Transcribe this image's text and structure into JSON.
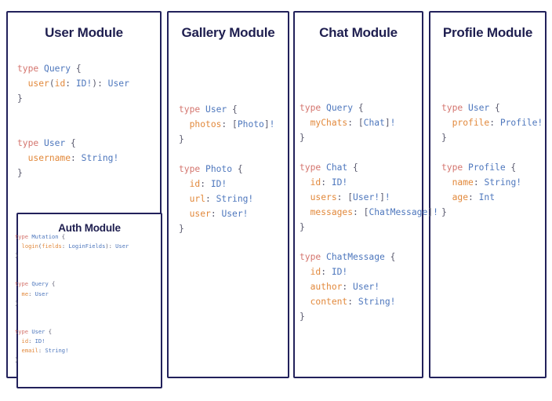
{
  "canvas": {
    "background": "#ffffff",
    "border_color": "#22215b",
    "title_color": "#1e1e4f",
    "token_colors": {
      "keyword": "#d4756e",
      "typename": "#4e77bd",
      "field": "#e2893c",
      "punctuation": "#5a5a6e"
    }
  },
  "modules": {
    "user": {
      "title": "User Module",
      "code_lines": [
        [
          {
            "t": "type ",
            "c": "kw"
          },
          {
            "t": "Query",
            "c": "tn"
          },
          {
            "t": " {",
            "c": "pn"
          }
        ],
        [
          {
            "t": "  ",
            "c": "pn"
          },
          {
            "t": "user",
            "c": "fd"
          },
          {
            "t": "(",
            "c": "pn"
          },
          {
            "t": "id",
            "c": "fd"
          },
          {
            "t": ": ",
            "c": "pn"
          },
          {
            "t": "ID!",
            "c": "tn"
          },
          {
            "t": "): ",
            "c": "pn"
          },
          {
            "t": "User",
            "c": "tn"
          }
        ],
        [
          {
            "t": "}",
            "c": "pn"
          }
        ],
        [
          {
            "t": "",
            "c": "pn"
          }
        ],
        [
          {
            "t": "",
            "c": "pn"
          }
        ],
        [
          {
            "t": "type ",
            "c": "kw"
          },
          {
            "t": "User",
            "c": "tn"
          },
          {
            "t": " {",
            "c": "pn"
          }
        ],
        [
          {
            "t": "  ",
            "c": "pn"
          },
          {
            "t": "username",
            "c": "fd"
          },
          {
            "t": ": ",
            "c": "pn"
          },
          {
            "t": "String!",
            "c": "tn"
          }
        ],
        [
          {
            "t": "}",
            "c": "pn"
          }
        ]
      ]
    },
    "auth": {
      "title": "Auth Module",
      "code_lines": [
        [
          {
            "t": "type ",
            "c": "kw"
          },
          {
            "t": "Mutation",
            "c": "tn"
          },
          {
            "t": " {",
            "c": "pn"
          }
        ],
        [
          {
            "t": "  ",
            "c": "pn"
          },
          {
            "t": "login",
            "c": "fd"
          },
          {
            "t": "(",
            "c": "pn"
          },
          {
            "t": "fields",
            "c": "fd"
          },
          {
            "t": ": ",
            "c": "pn"
          },
          {
            "t": "LoginFields",
            "c": "tn"
          },
          {
            "t": "): ",
            "c": "pn"
          },
          {
            "t": "User",
            "c": "tn"
          }
        ],
        [
          {
            "t": "}",
            "c": "pn"
          }
        ],
        [
          {
            "t": "",
            "c": "pn"
          }
        ],
        [
          {
            "t": "",
            "c": "pn"
          }
        ],
        [
          {
            "t": "type ",
            "c": "kw"
          },
          {
            "t": "Query",
            "c": "tn"
          },
          {
            "t": " {",
            "c": "pn"
          }
        ],
        [
          {
            "t": "  ",
            "c": "pn"
          },
          {
            "t": "me",
            "c": "fd"
          },
          {
            "t": ": ",
            "c": "pn"
          },
          {
            "t": "User",
            "c": "tn"
          }
        ],
        [
          {
            "t": "}",
            "c": "pn"
          }
        ],
        [
          {
            "t": "",
            "c": "pn"
          }
        ],
        [
          {
            "t": "",
            "c": "pn"
          }
        ],
        [
          {
            "t": "type ",
            "c": "kw"
          },
          {
            "t": "User",
            "c": "tn"
          },
          {
            "t": " {",
            "c": "pn"
          }
        ],
        [
          {
            "t": "  ",
            "c": "pn"
          },
          {
            "t": "id",
            "c": "fd"
          },
          {
            "t": ": ",
            "c": "pn"
          },
          {
            "t": "ID!",
            "c": "tn"
          }
        ],
        [
          {
            "t": "  ",
            "c": "pn"
          },
          {
            "t": "email",
            "c": "fd"
          },
          {
            "t": ": ",
            "c": "pn"
          },
          {
            "t": "String!",
            "c": "tn"
          }
        ],
        [
          {
            "t": "}",
            "c": "pn"
          }
        ]
      ]
    },
    "gallery": {
      "title": "Gallery Module",
      "code_lines": [
        [
          {
            "t": "type ",
            "c": "kw"
          },
          {
            "t": "User",
            "c": "tn"
          },
          {
            "t": " {",
            "c": "pn"
          }
        ],
        [
          {
            "t": "  ",
            "c": "pn"
          },
          {
            "t": "photos",
            "c": "fd"
          },
          {
            "t": ": ",
            "c": "pn"
          },
          {
            "t": "[",
            "c": "pn"
          },
          {
            "t": "Photo",
            "c": "tn"
          },
          {
            "t": "]",
            "c": "pn"
          },
          {
            "t": "!",
            "c": "tn"
          }
        ],
        [
          {
            "t": "}",
            "c": "pn"
          }
        ],
        [
          {
            "t": "",
            "c": "pn"
          }
        ],
        [
          {
            "t": "type ",
            "c": "kw"
          },
          {
            "t": "Photo",
            "c": "tn"
          },
          {
            "t": " {",
            "c": "pn"
          }
        ],
        [
          {
            "t": "  ",
            "c": "pn"
          },
          {
            "t": "id",
            "c": "fd"
          },
          {
            "t": ": ",
            "c": "pn"
          },
          {
            "t": "ID!",
            "c": "tn"
          }
        ],
        [
          {
            "t": "  ",
            "c": "pn"
          },
          {
            "t": "url",
            "c": "fd"
          },
          {
            "t": ": ",
            "c": "pn"
          },
          {
            "t": "String!",
            "c": "tn"
          }
        ],
        [
          {
            "t": "  ",
            "c": "pn"
          },
          {
            "t": "user",
            "c": "fd"
          },
          {
            "t": ": ",
            "c": "pn"
          },
          {
            "t": "User!",
            "c": "tn"
          }
        ],
        [
          {
            "t": "}",
            "c": "pn"
          }
        ]
      ]
    },
    "chat": {
      "title": "Chat Module",
      "code_lines": [
        [
          {
            "t": "type ",
            "c": "kw"
          },
          {
            "t": "Query",
            "c": "tn"
          },
          {
            "t": " {",
            "c": "pn"
          }
        ],
        [
          {
            "t": "  ",
            "c": "pn"
          },
          {
            "t": "myChats",
            "c": "fd"
          },
          {
            "t": ": ",
            "c": "pn"
          },
          {
            "t": "[",
            "c": "pn"
          },
          {
            "t": "Chat",
            "c": "tn"
          },
          {
            "t": "]",
            "c": "pn"
          },
          {
            "t": "!",
            "c": "tn"
          }
        ],
        [
          {
            "t": "}",
            "c": "pn"
          }
        ],
        [
          {
            "t": "",
            "c": "pn"
          }
        ],
        [
          {
            "t": "type ",
            "c": "kw"
          },
          {
            "t": "Chat",
            "c": "tn"
          },
          {
            "t": " {",
            "c": "pn"
          }
        ],
        [
          {
            "t": "  ",
            "c": "pn"
          },
          {
            "t": "id",
            "c": "fd"
          },
          {
            "t": ": ",
            "c": "pn"
          },
          {
            "t": "ID!",
            "c": "tn"
          }
        ],
        [
          {
            "t": "  ",
            "c": "pn"
          },
          {
            "t": "users",
            "c": "fd"
          },
          {
            "t": ": ",
            "c": "pn"
          },
          {
            "t": "[",
            "c": "pn"
          },
          {
            "t": "User!",
            "c": "tn"
          },
          {
            "t": "]",
            "c": "pn"
          },
          {
            "t": "!",
            "c": "tn"
          }
        ],
        [
          {
            "t": "  ",
            "c": "pn"
          },
          {
            "t": "messages",
            "c": "fd"
          },
          {
            "t": ": ",
            "c": "pn"
          },
          {
            "t": "[",
            "c": "pn"
          },
          {
            "t": "ChatMessage",
            "c": "tn"
          },
          {
            "t": "]",
            "c": "pn"
          },
          {
            "t": "!",
            "c": "tn"
          }
        ],
        [
          {
            "t": "}",
            "c": "pn"
          }
        ],
        [
          {
            "t": "",
            "c": "pn"
          }
        ],
        [
          {
            "t": "type ",
            "c": "kw"
          },
          {
            "t": "ChatMessage",
            "c": "tn"
          },
          {
            "t": " {",
            "c": "pn"
          }
        ],
        [
          {
            "t": "  ",
            "c": "pn"
          },
          {
            "t": "id",
            "c": "fd"
          },
          {
            "t": ": ",
            "c": "pn"
          },
          {
            "t": "ID!",
            "c": "tn"
          }
        ],
        [
          {
            "t": "  ",
            "c": "pn"
          },
          {
            "t": "author",
            "c": "fd"
          },
          {
            "t": ": ",
            "c": "pn"
          },
          {
            "t": "User!",
            "c": "tn"
          }
        ],
        [
          {
            "t": "  ",
            "c": "pn"
          },
          {
            "t": "content",
            "c": "fd"
          },
          {
            "t": ": ",
            "c": "pn"
          },
          {
            "t": "String!",
            "c": "tn"
          }
        ],
        [
          {
            "t": "}",
            "c": "pn"
          }
        ]
      ]
    },
    "profile": {
      "title": "Profile Module",
      "code_lines": [
        [
          {
            "t": "type ",
            "c": "kw"
          },
          {
            "t": "User",
            "c": "tn"
          },
          {
            "t": " {",
            "c": "pn"
          }
        ],
        [
          {
            "t": "  ",
            "c": "pn"
          },
          {
            "t": "profile",
            "c": "fd"
          },
          {
            "t": ": ",
            "c": "pn"
          },
          {
            "t": "Profile!",
            "c": "tn"
          }
        ],
        [
          {
            "t": "}",
            "c": "pn"
          }
        ],
        [
          {
            "t": "",
            "c": "pn"
          }
        ],
        [
          {
            "t": "type ",
            "c": "kw"
          },
          {
            "t": "Profile",
            "c": "tn"
          },
          {
            "t": " {",
            "c": "pn"
          }
        ],
        [
          {
            "t": "  ",
            "c": "pn"
          },
          {
            "t": "name",
            "c": "fd"
          },
          {
            "t": ": ",
            "c": "pn"
          },
          {
            "t": "String!",
            "c": "tn"
          }
        ],
        [
          {
            "t": "  ",
            "c": "pn"
          },
          {
            "t": "age",
            "c": "fd"
          },
          {
            "t": ": ",
            "c": "pn"
          },
          {
            "t": "Int",
            "c": "tn"
          }
        ],
        [
          {
            "t": "}",
            "c": "pn"
          }
        ]
      ]
    }
  }
}
